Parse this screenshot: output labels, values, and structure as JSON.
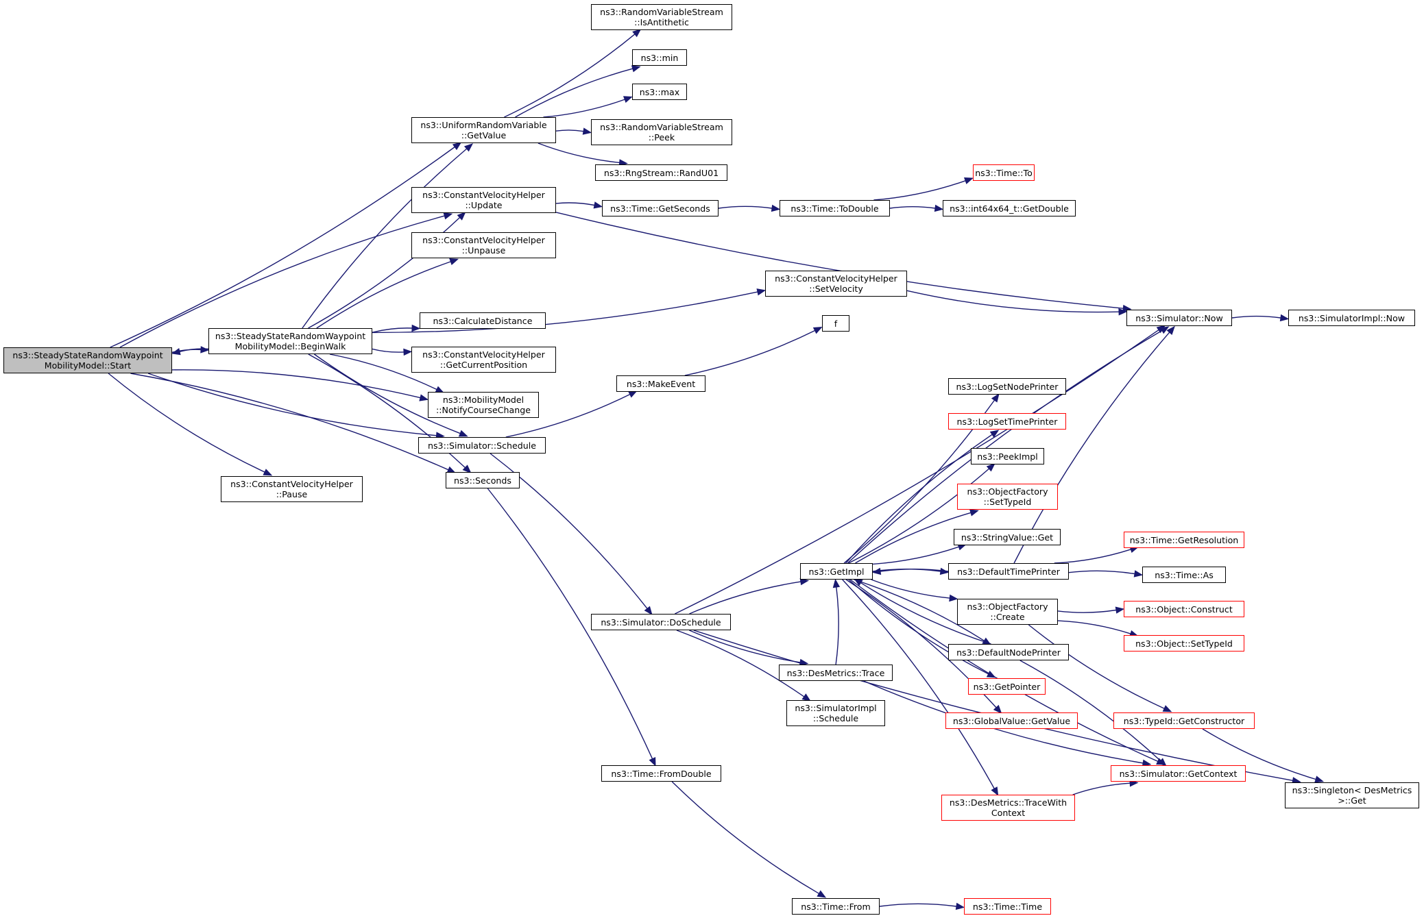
{
  "nodes": [
    {
      "id": "start",
      "lines": [
        "ns3::SteadyStateRandomWaypoint",
        "MobilityModel::Start"
      ],
      "style": "gray"
    },
    {
      "id": "beginwalk",
      "lines": [
        "ns3::SteadyStateRandomWaypoint",
        "MobilityModel::BeginWalk"
      ],
      "style": "black"
    },
    {
      "id": "cvh_pause",
      "lines": [
        "ns3::ConstantVelocityHelper",
        "::Pause"
      ],
      "style": "black"
    },
    {
      "id": "urv_getvalue",
      "lines": [
        "ns3::UniformRandomVariable",
        "::GetValue"
      ],
      "style": "black"
    },
    {
      "id": "cvh_update",
      "lines": [
        "ns3::ConstantVelocityHelper",
        "::Update"
      ],
      "style": "black"
    },
    {
      "id": "cvh_unpause",
      "lines": [
        "ns3::ConstantVelocityHelper",
        "::Unpause"
      ],
      "style": "black"
    },
    {
      "id": "calcdist",
      "lines": [
        "ns3::CalculateDistance"
      ],
      "style": "black"
    },
    {
      "id": "cvh_getpos",
      "lines": [
        "ns3::ConstantVelocityHelper",
        "::GetCurrentPosition"
      ],
      "style": "black"
    },
    {
      "id": "mm_notify",
      "lines": [
        "ns3::MobilityModel",
        "::NotifyCourseChange"
      ],
      "style": "black"
    },
    {
      "id": "sim_schedule",
      "lines": [
        "ns3::Simulator::Schedule"
      ],
      "style": "black"
    },
    {
      "id": "seconds",
      "lines": [
        "ns3::Seconds"
      ],
      "style": "black"
    },
    {
      "id": "rvs_isanti",
      "lines": [
        "ns3::RandomVariableStream",
        "::IsAntithetic"
      ],
      "style": "black"
    },
    {
      "id": "min",
      "lines": [
        "ns3::min"
      ],
      "style": "black"
    },
    {
      "id": "max",
      "lines": [
        "ns3::max"
      ],
      "style": "black"
    },
    {
      "id": "rvs_peek",
      "lines": [
        "ns3::RandomVariableStream",
        "::Peek"
      ],
      "style": "black"
    },
    {
      "id": "randu01",
      "lines": [
        "ns3::RngStream::RandU01"
      ],
      "style": "black"
    },
    {
      "id": "time_getseconds",
      "lines": [
        "ns3::Time::GetSeconds"
      ],
      "style": "black"
    },
    {
      "id": "time_todouble",
      "lines": [
        "ns3::Time::ToDouble"
      ],
      "style": "black"
    },
    {
      "id": "time_to",
      "lines": [
        "ns3::Time::To"
      ],
      "style": "red"
    },
    {
      "id": "int64_getdouble",
      "lines": [
        "ns3::int64x64_t::GetDouble"
      ],
      "style": "black"
    },
    {
      "id": "cvh_setvel",
      "lines": [
        "ns3::ConstantVelocityHelper",
        "::SetVelocity"
      ],
      "style": "black"
    },
    {
      "id": "sim_now",
      "lines": [
        "ns3::Simulator::Now"
      ],
      "style": "black"
    },
    {
      "id": "simimpl_now",
      "lines": [
        "ns3::SimulatorImpl::Now"
      ],
      "style": "black"
    },
    {
      "id": "f",
      "lines": [
        "f"
      ],
      "style": "black"
    },
    {
      "id": "makeevent",
      "lines": [
        "ns3::MakeEvent"
      ],
      "style": "black"
    },
    {
      "id": "sim_doschedule",
      "lines": [
        "ns3::Simulator::DoSchedule"
      ],
      "style": "black"
    },
    {
      "id": "time_fromdouble",
      "lines": [
        "ns3::Time::FromDouble"
      ],
      "style": "black"
    },
    {
      "id": "time_from",
      "lines": [
        "ns3::Time::From"
      ],
      "style": "black"
    },
    {
      "id": "time_time",
      "lines": [
        "ns3::Time::Time"
      ],
      "style": "red"
    },
    {
      "id": "getimpl",
      "lines": [
        "ns3::GetImpl"
      ],
      "style": "black"
    },
    {
      "id": "logsetnode",
      "lines": [
        "ns3::LogSetNodePrinter"
      ],
      "style": "black"
    },
    {
      "id": "logsettime",
      "lines": [
        "ns3::LogSetTimePrinter"
      ],
      "style": "red"
    },
    {
      "id": "peekimpl",
      "lines": [
        "ns3::PeekImpl"
      ],
      "style": "black"
    },
    {
      "id": "of_settypeid",
      "lines": [
        "ns3::ObjectFactory",
        "::SetTypeId"
      ],
      "style": "red"
    },
    {
      "id": "stringvalue_get",
      "lines": [
        "ns3::StringValue::Get"
      ],
      "style": "black"
    },
    {
      "id": "defaulttimeprinter",
      "lines": [
        "ns3::DefaultTimePrinter"
      ],
      "style": "black"
    },
    {
      "id": "of_create",
      "lines": [
        "ns3::ObjectFactory",
        "::Create"
      ],
      "style": "black"
    },
    {
      "id": "defaultnodeprinter",
      "lines": [
        "ns3::DefaultNodePrinter"
      ],
      "style": "black"
    },
    {
      "id": "getpointer",
      "lines": [
        "ns3::GetPointer"
      ],
      "style": "red"
    },
    {
      "id": "gv_getvalue",
      "lines": [
        "ns3::GlobalValue::GetValue"
      ],
      "style": "red"
    },
    {
      "id": "desmetrics_trace",
      "lines": [
        "ns3::DesMetrics::Trace"
      ],
      "style": "black"
    },
    {
      "id": "simimpl_schedule",
      "lines": [
        "ns3::SimulatorImpl",
        "::Schedule"
      ],
      "style": "black"
    },
    {
      "id": "desmetrics_tracewith",
      "lines": [
        "ns3::DesMetrics::TraceWith",
        "Context"
      ],
      "style": "red"
    },
    {
      "id": "sim_getcontext",
      "lines": [
        "ns3::Simulator::GetContext"
      ],
      "style": "red"
    },
    {
      "id": "time_getres",
      "lines": [
        "ns3::Time::GetResolution"
      ],
      "style": "red"
    },
    {
      "id": "time_as",
      "lines": [
        "ns3::Time::As"
      ],
      "style": "black"
    },
    {
      "id": "obj_construct",
      "lines": [
        "ns3::Object::Construct"
      ],
      "style": "red"
    },
    {
      "id": "obj_settypeid",
      "lines": [
        "ns3::Object::SetTypeId"
      ],
      "style": "red"
    },
    {
      "id": "typeid_getctor",
      "lines": [
        "ns3::TypeId::GetConstructor"
      ],
      "style": "red"
    },
    {
      "id": "singleton_get",
      "lines": [
        "ns3::Singleton< DesMetrics",
        "  >::Get"
      ],
      "style": "black"
    }
  ],
  "edges": [
    [
      "start",
      "beginwalk"
    ],
    [
      "start",
      "urv_getvalue"
    ],
    [
      "start",
      "cvh_update"
    ],
    [
      "start",
      "cvh_pause"
    ],
    [
      "start",
      "mm_notify"
    ],
    [
      "start",
      "sim_schedule"
    ],
    [
      "start",
      "seconds"
    ],
    [
      "beginwalk",
      "start"
    ],
    [
      "beginwalk",
      "urv_getvalue"
    ],
    [
      "beginwalk",
      "cvh_update"
    ],
    [
      "beginwalk",
      "cvh_unpause"
    ],
    [
      "beginwalk",
      "cvh_setvel"
    ],
    [
      "beginwalk",
      "calcdist"
    ],
    [
      "beginwalk",
      "cvh_getpos"
    ],
    [
      "beginwalk",
      "mm_notify"
    ],
    [
      "beginwalk",
      "sim_schedule"
    ],
    [
      "beginwalk",
      "seconds"
    ],
    [
      "urv_getvalue",
      "rvs_isanti"
    ],
    [
      "urv_getvalue",
      "min"
    ],
    [
      "urv_getvalue",
      "max"
    ],
    [
      "urv_getvalue",
      "rvs_peek"
    ],
    [
      "urv_getvalue",
      "randu01"
    ],
    [
      "cvh_update",
      "time_getseconds"
    ],
    [
      "cvh_update",
      "sim_now"
    ],
    [
      "time_getseconds",
      "time_todouble"
    ],
    [
      "time_todouble",
      "time_to"
    ],
    [
      "time_todouble",
      "int64_getdouble"
    ],
    [
      "cvh_setvel",
      "sim_now"
    ],
    [
      "sim_now",
      "simimpl_now"
    ],
    [
      "sim_schedule",
      "makeevent"
    ],
    [
      "sim_schedule",
      "sim_doschedule"
    ],
    [
      "makeevent",
      "f"
    ],
    [
      "seconds",
      "time_fromdouble"
    ],
    [
      "time_fromdouble",
      "time_from"
    ],
    [
      "time_from",
      "time_time"
    ],
    [
      "sim_doschedule",
      "sim_now"
    ],
    [
      "sim_doschedule",
      "getimpl"
    ],
    [
      "sim_doschedule",
      "desmetrics_trace"
    ],
    [
      "sim_doschedule",
      "simimpl_schedule"
    ],
    [
      "sim_doschedule",
      "singleton_get"
    ],
    [
      "getimpl",
      "sim_now"
    ],
    [
      "getimpl",
      "logsetnode"
    ],
    [
      "getimpl",
      "logsettime"
    ],
    [
      "getimpl",
      "peekimpl"
    ],
    [
      "getimpl",
      "of_settypeid"
    ],
    [
      "getimpl",
      "stringvalue_get"
    ],
    [
      "getimpl",
      "defaulttimeprinter"
    ],
    [
      "getimpl",
      "of_create"
    ],
    [
      "getimpl",
      "defaultnodeprinter"
    ],
    [
      "getimpl",
      "getpointer"
    ],
    [
      "getimpl",
      "gv_getvalue"
    ],
    [
      "getimpl",
      "sim_getcontext"
    ],
    [
      "getimpl",
      "desmetrics_tracewith"
    ],
    [
      "defaulttimeprinter",
      "getimpl"
    ],
    [
      "defaultnodeprinter",
      "getimpl"
    ],
    [
      "desmetrics_trace",
      "getimpl"
    ],
    [
      "defaulttimeprinter",
      "sim_now"
    ],
    [
      "defaulttimeprinter",
      "time_getres"
    ],
    [
      "defaulttimeprinter",
      "time_as"
    ],
    [
      "of_create",
      "obj_construct"
    ],
    [
      "of_create",
      "obj_settypeid"
    ],
    [
      "of_create",
      "typeid_getctor"
    ],
    [
      "defaultnodeprinter",
      "sim_getcontext"
    ],
    [
      "desmetrics_trace",
      "sim_getcontext"
    ],
    [
      "desmetrics_tracewith",
      "sim_getcontext"
    ],
    [
      "typeid_getctor",
      "singleton_get"
    ]
  ],
  "colors": {
    "edge": "#191970",
    "node_border": "#000000",
    "external_border": "#ff0000",
    "current_fill": "#bfbfbf"
  }
}
